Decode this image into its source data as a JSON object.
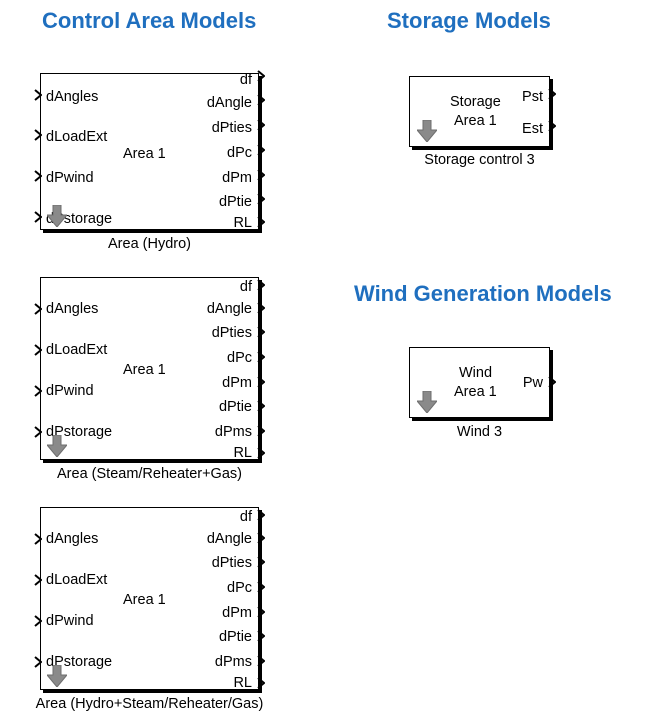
{
  "headings": {
    "control_area": "Control Area Models",
    "storage": "Storage Models",
    "wind": "Wind Generation Models"
  },
  "colors": {
    "heading": "#1f6fbf",
    "mask_icon": "#8a8a8a"
  },
  "area_hydro": {
    "inputs": [
      "dAngles",
      "dLoadExt",
      "dPwind",
      "dPstorage"
    ],
    "outputs": [
      "df",
      "dAngle",
      "dPties",
      "dPc",
      "dPm",
      "dPtie",
      "RL"
    ],
    "center": "Area 1",
    "caption": "Area  (Hydro)"
  },
  "area_steam": {
    "inputs": [
      "dAngles",
      "dLoadExt",
      "dPwind",
      "dPstorage"
    ],
    "outputs": [
      "df",
      "dAngle",
      "dPties",
      "dPc",
      "dPm",
      "dPtie",
      "dPms",
      "RL"
    ],
    "center": "Area 1",
    "caption": "Area (Steam/Reheater+Gas)"
  },
  "area_mixed": {
    "inputs": [
      "dAngles",
      "dLoadExt",
      "dPwind",
      "dPstorage"
    ],
    "outputs": [
      "df",
      "dAngle",
      "dPties",
      "dPc",
      "dPm",
      "dPtie",
      "dPms",
      "RL"
    ],
    "center": "Area 1",
    "caption": "Area (Hydro+Steam/Reheater/Gas)"
  },
  "storage_block": {
    "center_line1": "Storage",
    "center_line2": "Area 1",
    "outputs": [
      "Pst",
      "Est"
    ],
    "caption": "Storage control 3"
  },
  "wind_block": {
    "center_line1": "Wind",
    "center_line2": "Area 1",
    "outputs": [
      "Pw"
    ],
    "caption": "Wind 3"
  }
}
